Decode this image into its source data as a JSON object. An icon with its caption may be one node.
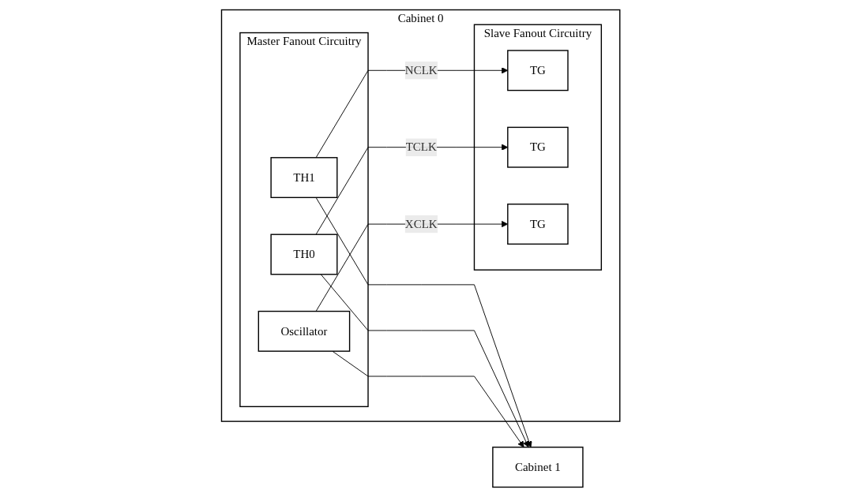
{
  "diagram": {
    "nodes": [
      {
        "text": [
          "Cabinet 0"
        ]
      },
      {
        "text": [
          "Master Fanout Circuitry"
        ],
        "in": 0
      },
      {
        "text": [
          "TH1"
        ],
        "in": 1
      },
      {
        "text": [
          "TH0"
        ],
        "in": 1
      },
      {
        "text": [
          "Oscillator"
        ],
        "in": 1
      },
      {
        "text": [
          "Slave Fanout Circuitry"
        ],
        "in": 0
      },
      {
        "text": [
          "TG"
        ],
        "in": 5
      },
      {
        "text": [
          "TG"
        ],
        "in": 5
      },
      {
        "text": [
          "TG"
        ],
        "in": 5
      },
      {
        "text": [
          "Cabinet 1"
        ]
      }
    ],
    "edges": [
      {
        "from": 2,
        "to": 6,
        "arrow": "to",
        "label": "NCLK"
      },
      {
        "from": 2,
        "to": 9,
        "arrow": "to"
      },
      {
        "from": 3,
        "to": 7,
        "arrow": "to",
        "label": "TCLK"
      },
      {
        "from": 3,
        "to": 9,
        "arrow": "to"
      },
      {
        "from": 4,
        "to": 8,
        "arrow": "to",
        "label": "XCLK"
      },
      {
        "from": 4,
        "to": 9,
        "arrow": "to"
      }
    ]
  }
}
